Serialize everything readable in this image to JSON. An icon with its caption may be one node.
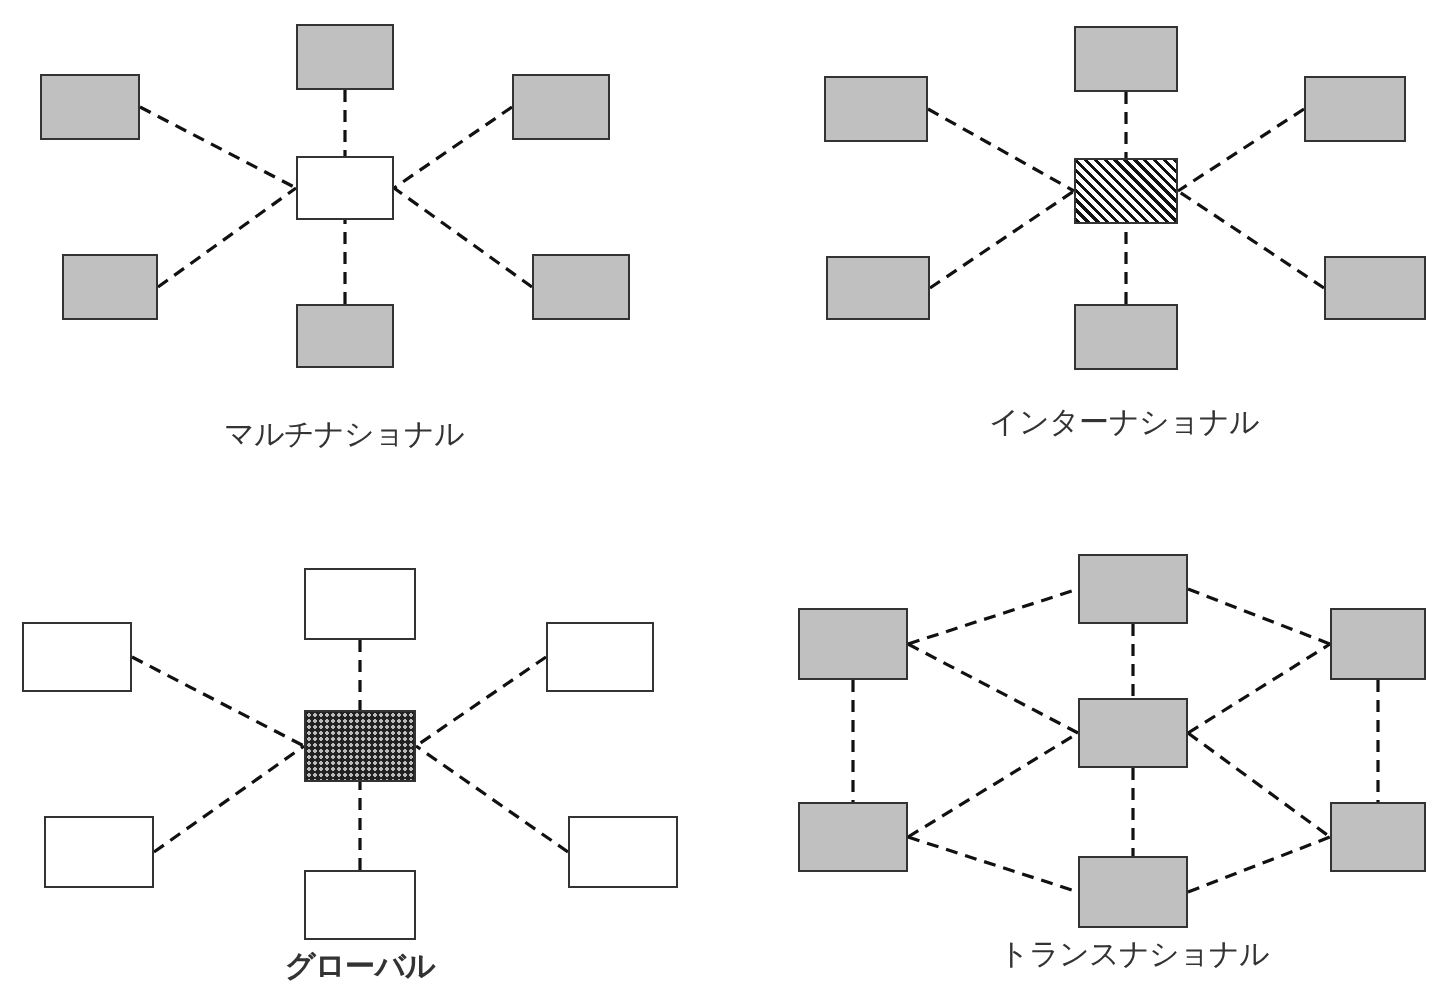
{
  "diagram": {
    "nodes": [
      {
        "text": [],
        "shape": "box"
      },
      {
        "text": [],
        "shape": "box"
      },
      {
        "text": [],
        "shape": "box"
      },
      {
        "text": [],
        "shape": "box"
      },
      {
        "text": [],
        "shape": "box"
      },
      {
        "text": [],
        "shape": "box"
      },
      {
        "text": [],
        "shape": "box"
      },
      {
        "text": [],
        "shape": "box"
      },
      {
        "text": [],
        "shape": "box"
      },
      {
        "text": [],
        "shape": "box"
      },
      {
        "text": [],
        "shape": "box"
      },
      {
        "text": [],
        "shape": "box"
      },
      {
        "text": [],
        "shape": "box"
      },
      {
        "text": [],
        "shape": "box"
      },
      {
        "text": [],
        "shape": "box"
      },
      {
        "text": [],
        "shape": "box"
      },
      {
        "text": [],
        "shape": "box"
      },
      {
        "text": [],
        "shape": "box"
      },
      {
        "text": [],
        "shape": "box"
      },
      {
        "text": [],
        "shape": "box"
      },
      {
        "text": [],
        "shape": "box"
      },
      {
        "text": [],
        "shape": "box"
      },
      {
        "text": [],
        "shape": "box"
      },
      {
        "text": [],
        "shape": "box"
      },
      {
        "text": [],
        "shape": "box"
      },
      {
        "text": [],
        "shape": "box"
      },
      {
        "text": [],
        "shape": "box"
      },
      {
        "text": [],
        "shape": "box"
      }
    ],
    "edges": [
      {
        "from": 0,
        "to": 3,
        "arrow": "none"
      },
      {
        "from": 1,
        "to": 3,
        "arrow": "none"
      },
      {
        "from": 2,
        "to": 3,
        "arrow": "none"
      },
      {
        "from": 4,
        "to": 3,
        "arrow": "none"
      },
      {
        "from": 5,
        "to": 3,
        "arrow": "none"
      },
      {
        "from": 6,
        "to": 3,
        "arrow": "none"
      },
      {
        "from": 7,
        "to": 10,
        "arrow": "none"
      },
      {
        "from": 8,
        "to": 10,
        "arrow": "none"
      },
      {
        "from": 9,
        "to": 10,
        "arrow": "none"
      },
      {
        "from": 11,
        "to": 10,
        "arrow": "none"
      },
      {
        "from": 12,
        "to": 10,
        "arrow": "none"
      },
      {
        "from": 13,
        "to": 10,
        "arrow": "none"
      },
      {
        "from": 14,
        "to": 17,
        "arrow": "none"
      },
      {
        "from": 15,
        "to": 17,
        "arrow": "none"
      },
      {
        "from": 16,
        "to": 17,
        "arrow": "none"
      },
      {
        "from": 18,
        "to": 17,
        "arrow": "none"
      },
      {
        "from": 19,
        "to": 17,
        "arrow": "none"
      },
      {
        "from": 20,
        "to": 17,
        "arrow": "none"
      },
      {
        "from": 22,
        "to": 21,
        "arrow": "none"
      },
      {
        "from": 22,
        "to": 24,
        "arrow": "none"
      },
      {
        "from": 22,
        "to": 25,
        "arrow": "none"
      },
      {
        "from": 21,
        "to": 23,
        "arrow": "none"
      },
      {
        "from": 21,
        "to": 24,
        "arrow": "none"
      },
      {
        "from": 24,
        "to": 23,
        "arrow": "none"
      },
      {
        "from": 25,
        "to": 24,
        "arrow": "none"
      },
      {
        "from": 25,
        "to": 27,
        "arrow": "none"
      },
      {
        "from": 24,
        "to": 27,
        "arrow": "none"
      },
      {
        "from": 24,
        "to": 26,
        "arrow": "none"
      },
      {
        "from": 27,
        "to": 26,
        "arrow": "none"
      },
      {
        "from": 23,
        "to": 26,
        "arrow": "none"
      }
    ],
    "labels": [
      "マルチナショナル",
      "インターナショナル",
      "グローバル",
      "トランスナショナル"
    ]
  }
}
